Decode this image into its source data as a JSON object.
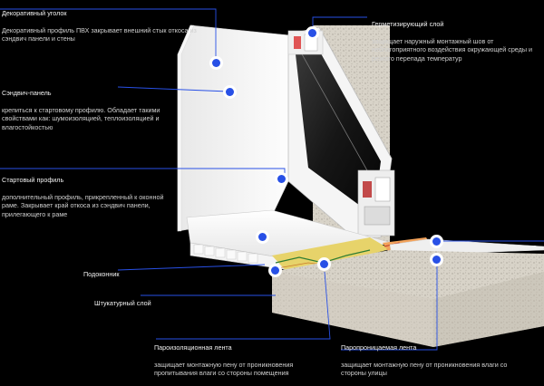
{
  "labels": [
    {
      "id": "decor-corner",
      "title": "Декоративный уголок",
      "desc": "Декоративный профиль ПВХ закрывает внешний стык откоса из сэндвич панели и стены"
    },
    {
      "id": "sandwich-panel",
      "title": "Сэндвич-панель",
      "desc": "крепиться к стартовому профилю. Обладает такими свойствами как: шумоизоляцией, теплоизоляцией и влагостойкостью"
    },
    {
      "id": "start-profile",
      "title": "Стартовый профиль",
      "desc": "дополнительный профиль, прикрепленный к оконной раме. Закрывает край откоса из сэндвич панели, прилегающего к раме"
    },
    {
      "id": "sill",
      "title": "Подоконник",
      "desc": ""
    },
    {
      "id": "plaster",
      "title": "Штукатурный слой",
      "desc": ""
    },
    {
      "id": "vapor-tape",
      "title": "Пароизоляционная лента",
      "desc": "защищает монтажную пену от проникновения пропитывания влаги со стороны помещения"
    },
    {
      "id": "sealing-layer",
      "title": "Герметизирующий слой",
      "desc": "защищает наружный монтажный шов от неблагоприятного воздействия окружающей среды и резкого перепада температур"
    },
    {
      "id": "drip",
      "title": "Водоотлив",
      "desc": ""
    },
    {
      "id": "vapor-perm-tape",
      "title": "Паропроницаемая лента",
      "desc": "защищает монтажную пену от проникновения влаги со стороны улицы"
    }
  ],
  "colors": {
    "marker": "#2850e6",
    "line": "#2850e6",
    "background": "#000000"
  }
}
